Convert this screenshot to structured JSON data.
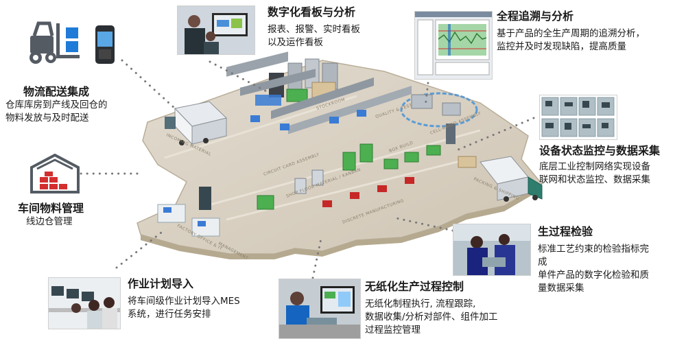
{
  "callouts": [
    {
      "id": "logistics",
      "title": "物流配送集成",
      "desc": [
        "仓库库房到产线及回仓的",
        "物料发放与及时配送"
      ]
    },
    {
      "id": "dashboard",
      "title": "数字化看板与分析",
      "desc": [
        "报表、报警、实时看板",
        "以及运作看板"
      ]
    },
    {
      "id": "trace",
      "title": "全程追溯与分析",
      "desc": [
        "基于产品的全生产周期的追溯分析，",
        "监控并及时发现缺陷，提高质量"
      ]
    },
    {
      "id": "equipment",
      "title": "设备状态监控与数据采集",
      "desc": [
        "底层工业控制网络实现设备",
        "联网和状态监控、数据采集"
      ]
    },
    {
      "id": "workshop",
      "title": "车间物料管理",
      "desc": [
        "线边仓管理"
      ]
    },
    {
      "id": "inspection",
      "title": "生过程检验",
      "desc": [
        "标准工艺约束的检验指标完",
        "成",
        "单件产品的数字化检验和质",
        "量数据采集"
      ]
    },
    {
      "id": "plan",
      "title": "作业计划导入",
      "desc": [
        "将车间级作业计划导入MES",
        "系统，进行任务安排"
      ]
    },
    {
      "id": "paperless",
      "title": "无纸化生产过程控制",
      "desc": [
        "无纸化制程执行, 流程跟踪,",
        "数据收集/分析对部件、组件加工",
        "过程监控管理"
      ]
    }
  ],
  "floor_labels": {
    "incoming": "INCOMING MATERIAL",
    "stockroom": "STOCKROOM",
    "quality": "QUALITY & TEST",
    "cell": "CELL-BASED ASSEMBLY",
    "circuit": "CIRCUIT CARD ASSEMBLY",
    "box": "BOX BUILD",
    "kanban": "SHOP FLOOR MATERIAL / KANBAN",
    "packing": "PACKING & SHIPPING",
    "discrete": "DISCRETE MANUFACTURING",
    "factory_office": "FACTORY OFFICE & IT",
    "management": "MANAGEMENT"
  },
  "colors": {
    "floor": "#d9d0c2",
    "floor_edge": "#b9ad98",
    "dots": "#777777",
    "green": "#4caf50",
    "blue_screen": "#3a7bd5",
    "warehouse_red": "#d32f2f",
    "icon_blue": "#1e7bd8",
    "icon_gray": "#545b63"
  }
}
